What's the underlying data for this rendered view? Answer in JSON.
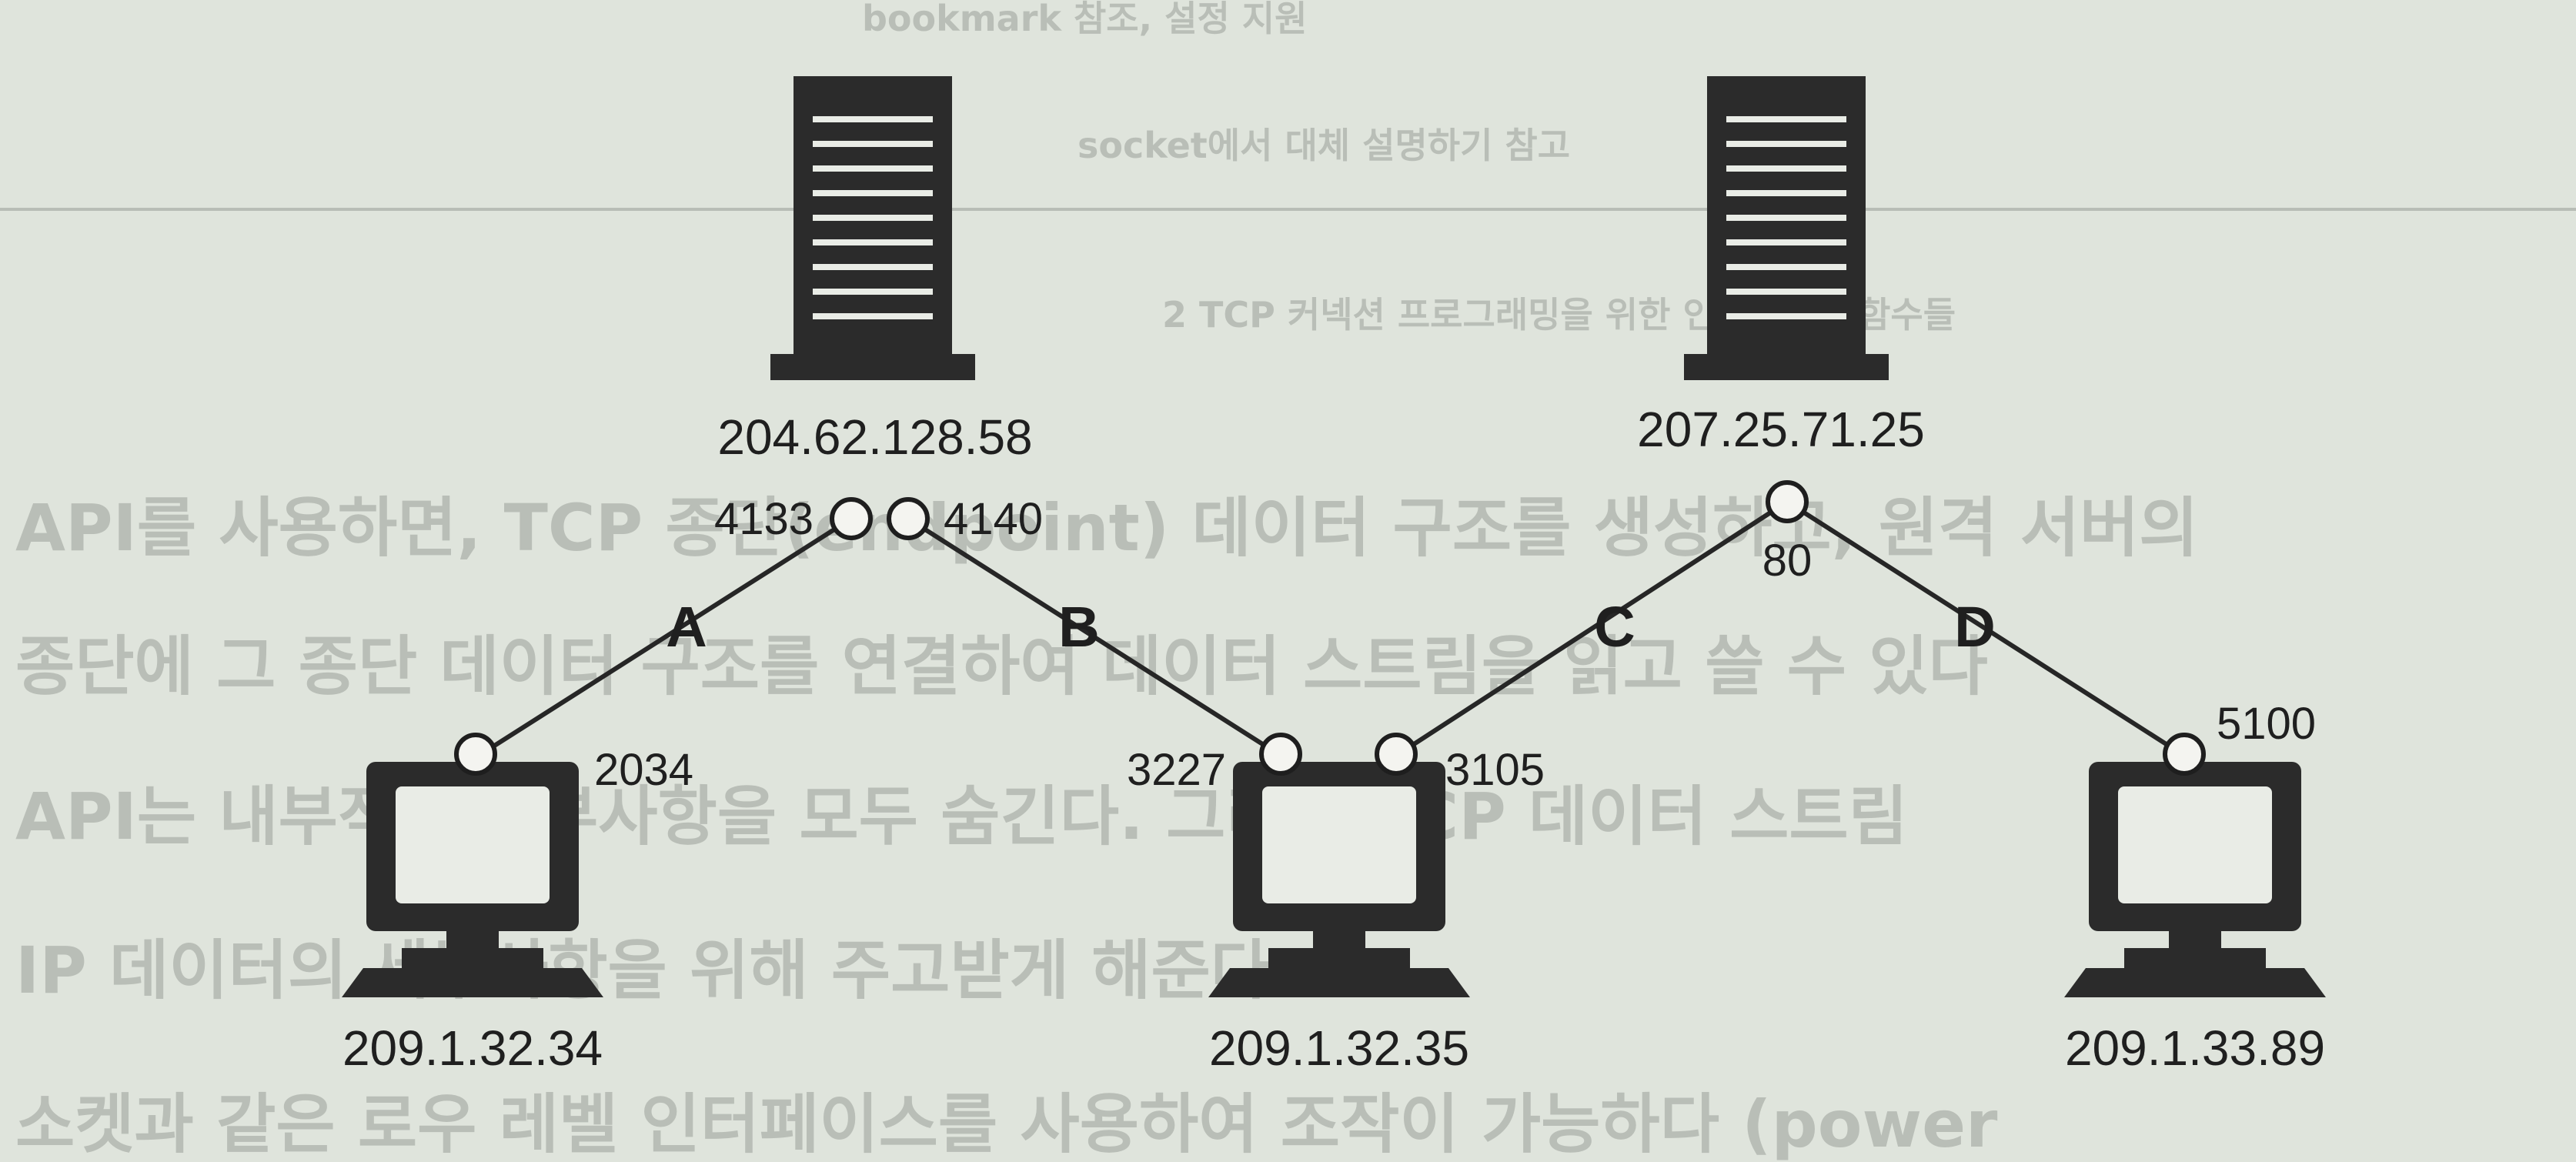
{
  "diagram": {
    "servers": [
      {
        "id": "server-left",
        "ip": "204.62.128.58"
      },
      {
        "id": "server-right",
        "ip": "207.25.71.25"
      }
    ],
    "clients": [
      {
        "id": "client-1",
        "ip": "209.1.32.34"
      },
      {
        "id": "client-2",
        "ip": "209.1.32.35"
      },
      {
        "id": "client-3",
        "ip": "209.1.33.89"
      }
    ],
    "ports": {
      "client1": "2034",
      "client2_left": "3227",
      "client2_right": "3105",
      "client3": "5100",
      "server_left_a": "4133",
      "server_left_b": "4140",
      "server_right": "80"
    },
    "connections": [
      "A",
      "B",
      "C",
      "D"
    ]
  },
  "background_text": [
    "bookmark 참조, 설정 지원",
    "socket에서 대체 설명하기 참고",
    "2 TCP 커넥션 프로그래밍을 위한 인터페이스 함수들",
    "API를 사용하면, TCP 종단(endpoint) 데이터 구조를 생성하고, 원격 서버의",
    "종단에 그 종단 데이터 구조를 연결하여 데이터 스트림을 읽고 쓸 수 있다",
    "API는 내부적인 세부사항을 모두 숨긴다. 그리고 TCP 데이터 스트림",
    "IP 데이터의 세부사항을 위해 주고받게 해준다",
    "소켓과 같은 로우 레벨 인터페이스를 사용하여 조작이 가능하다 (power"
  ]
}
